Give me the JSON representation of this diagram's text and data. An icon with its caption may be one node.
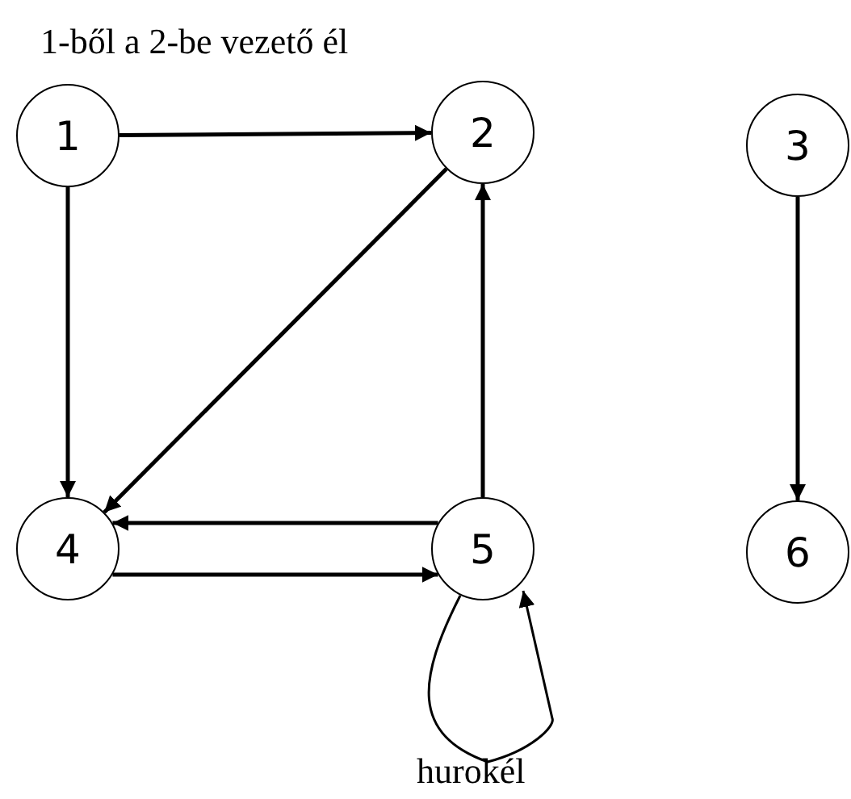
{
  "diagram": {
    "nodes": [
      {
        "text": [
          "1"
        ]
      },
      {
        "text": [
          "2"
        ]
      },
      {
        "text": [
          "3"
        ]
      },
      {
        "text": [
          "4"
        ]
      },
      {
        "text": [
          "5"
        ]
      },
      {
        "text": [
          "6"
        ]
      }
    ],
    "edges": [
      {
        "from": 0,
        "to": 1,
        "arrow": "to"
      },
      {
        "from": 0,
        "to": 3,
        "arrow": "to"
      },
      {
        "from": 1,
        "to": 3,
        "arrow": "to"
      },
      {
        "from": 4,
        "to": 1,
        "arrow": "to"
      },
      {
        "from": 4,
        "to": 3,
        "arrow": "to"
      },
      {
        "from": 3,
        "to": 4,
        "arrow": "to"
      },
      {
        "from": 4,
        "to": 4,
        "arrow": "to"
      },
      {
        "from": 2,
        "to": 5,
        "arrow": "to"
      }
    ],
    "labels": [
      "1-ből a 2-be vezető él",
      "hurokél"
    ]
  }
}
